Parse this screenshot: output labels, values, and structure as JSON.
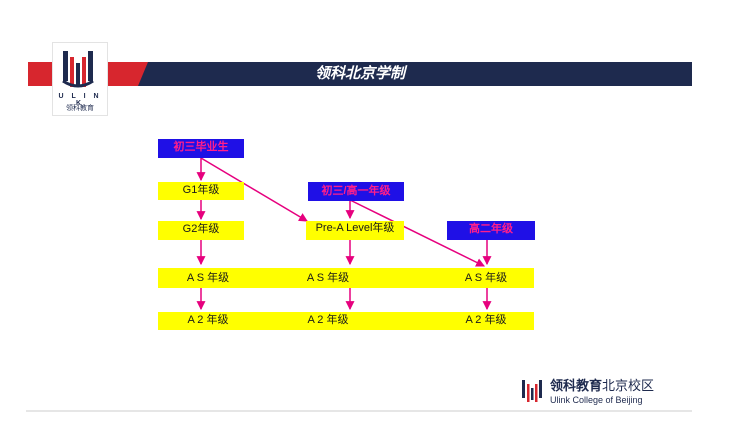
{
  "header": {
    "title": "领科北京学制"
  },
  "logo": {
    "word": "U L I N K",
    "sub": "领科教育"
  },
  "nodes": {
    "grad": "初三毕业生",
    "g1": "G1年级",
    "g2": "G2年级",
    "as1": "A S 年级",
    "a2_1": "A 2 年级",
    "g3": "初三/高一年级",
    "prea": "Pre-A Level年级",
    "as2": "A S 年级",
    "a2_2": "A 2 年级",
    "g11": "高二年级",
    "as3": "A S 年级",
    "a2_3": "A 2 年级"
  },
  "footer": {
    "cn_bold": "领科教育",
    "cn_rest": "北京校区",
    "en": "Ulink College of Beijing"
  },
  "colors": {
    "navy": "#1e2a4e",
    "red": "#d7262e",
    "yellow": "#ffff00",
    "blue": "#1f10e6",
    "magenta": "#e6007e"
  }
}
